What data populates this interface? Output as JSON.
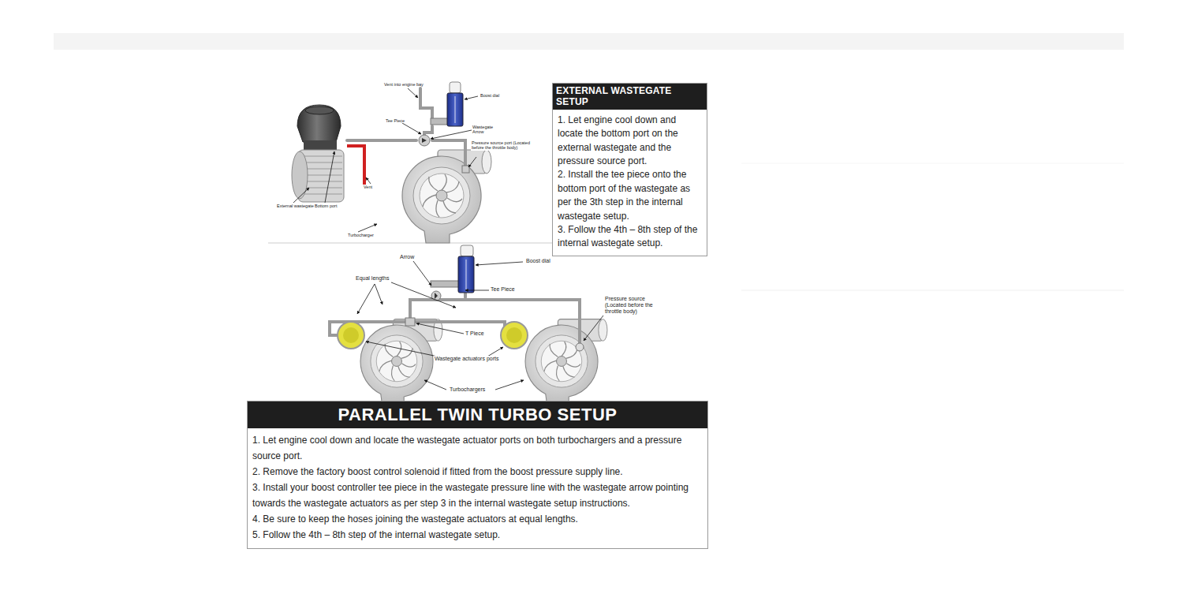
{
  "diagram": {
    "nodes": [
      {
        "text": [
          "EXTERNAL WASTEGATE SETUP",
          "1. Let engine cool down and locate the bottom port on the external wastegate and the pressure source port.",
          "2. Install the tee piece onto the bottom port of the wastegate as per the 3th step in the internal wastegate setup.",
          "3. Follow the 4th – 8th step of the internal wastegate setup."
        ]
      },
      {
        "text": [
          "PARALLEL TWIN TURBO SETUP",
          "1. Let engine cool down and locate the wastegate actuator ports on both turbochargers and a pressure source port.",
          "2. Remove the factory boost control solenoid if fitted from the boost pressure supply line.",
          "3. Install your boost controller tee piece in the wastegate pressure line with the wastegate arrow pointing towards the wastegate actuators as per step 3 in the internal wastegate setup instructions.",
          "4. Be sure to keep the hoses joining the wastegate actuators at equal lengths.",
          "5. Follow the 4th – 8th step of the internal wastegate setup."
        ]
      }
    ],
    "labels": [
      "Vent into engine bay",
      "Boost dial",
      "Tee Piece",
      "Wastegate Arrow",
      "Pressure source port (Located before the throttle body)",
      "Vent",
      "External wastegate",
      "Bottom port",
      "Turbocharger",
      "Arrow",
      "Boost dial",
      "Equal lengths",
      "Tee Piece",
      "Pressure source (Located before the throttle body)",
      "T Piece",
      "Wastegate actuators ports",
      "Turbochargers"
    ]
  }
}
